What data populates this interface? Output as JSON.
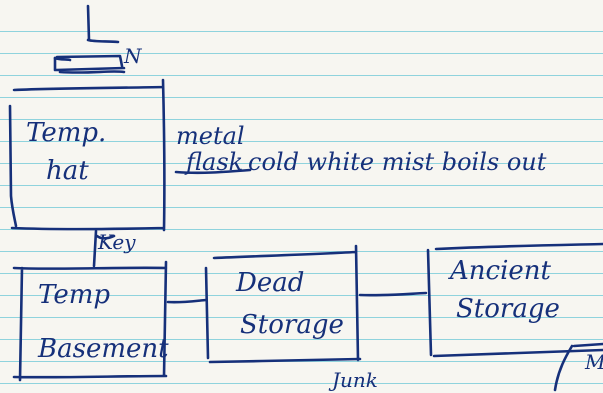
{
  "diagram": {
    "nodes": {
      "temp_hat": {
        "line1": "Temp.",
        "line2": "hat"
      },
      "temp_basement": {
        "line1": "Temp",
        "line2": "Basement"
      },
      "dead_storage": {
        "line1": "Dead",
        "line2": "Storage"
      },
      "ancient_storage": {
        "line1": "Ancient",
        "line2": "Storage"
      }
    },
    "annotations": {
      "north_marker": "N",
      "flask_line1": "metal",
      "flask_line2": "flask",
      "flask_line3": "cold white mist boils out",
      "connector_label": "Key",
      "bottom_label": "Junk",
      "edge_fragment": "M"
    },
    "ink_color": "#16307a",
    "paper_color": "#f7f6f1",
    "rule_color": "#8fd3dd"
  }
}
